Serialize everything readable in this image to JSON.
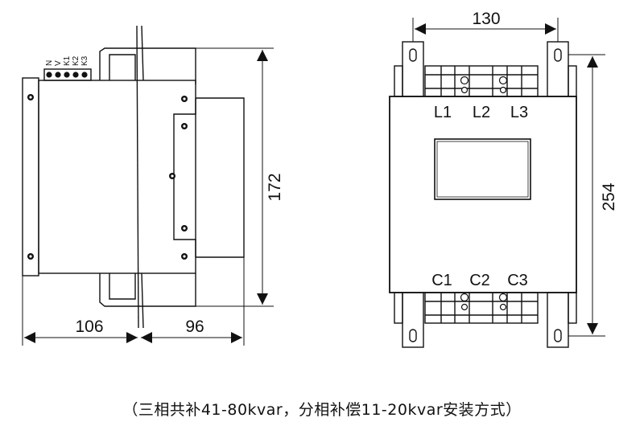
{
  "side_view": {
    "dim_height": "172",
    "dim_left_width": "106",
    "dim_right_width": "96",
    "terminal_labels": [
      "N",
      "V",
      "K1",
      "K2",
      "K3"
    ]
  },
  "front_view": {
    "dim_top_width": "130",
    "dim_height": "254",
    "top_terminals": [
      "L1",
      "L2",
      "L3"
    ],
    "bottom_terminals": [
      "C1",
      "C2",
      "C3"
    ]
  },
  "caption": "（三相共补41-80kvar，分相补偿11-20kvar安装方式）"
}
